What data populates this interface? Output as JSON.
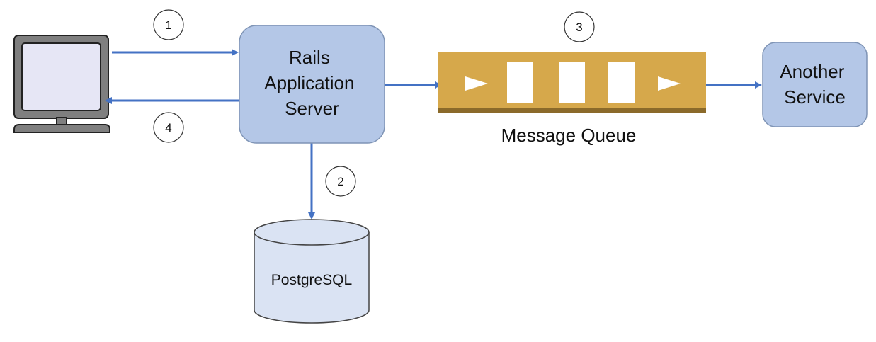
{
  "nodes": {
    "client": {
      "icon": "computer-monitor-icon"
    },
    "rails": {
      "lines": [
        "Rails",
        "Application",
        "Server"
      ]
    },
    "queue": {
      "label": "Message Queue"
    },
    "service": {
      "lines": [
        "Another",
        "Service"
      ]
    },
    "db": {
      "label": "PostgreSQL"
    }
  },
  "steps": {
    "one": "1",
    "two": "2",
    "three": "3",
    "four": "4"
  },
  "colors": {
    "box_fill": "#b4c7e7",
    "box_stroke": "#7f94b5",
    "arrow": "#4472c4",
    "queue_fill": "#d6a84b",
    "queue_base": "#8b6a2a",
    "monitor_fill": "#7f7f7f",
    "monitor_screen": "#e6e6f5",
    "db_fill": "#dae3f3"
  }
}
